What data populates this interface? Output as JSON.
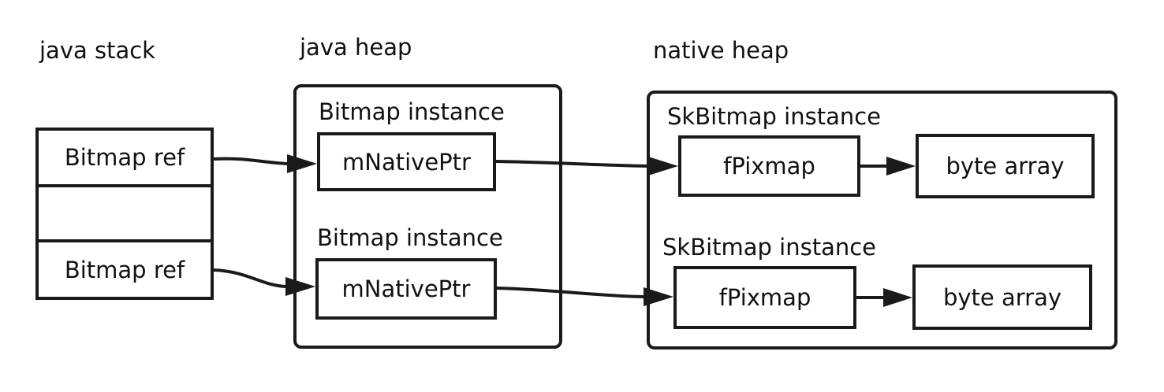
{
  "sections": {
    "java_stack": "java stack",
    "java_heap": "java heap",
    "native_heap": "native heap"
  },
  "java_stack": {
    "slots": [
      "Bitmap ref",
      "",
      "Bitmap ref"
    ]
  },
  "java_heap": {
    "instances": [
      {
        "title": "Bitmap instance",
        "field": "mNativePtr"
      },
      {
        "title": "Bitmap instance",
        "field": "mNativePtr"
      }
    ]
  },
  "native_heap": {
    "instances": [
      {
        "title": "SkBitmap instance",
        "field": "fPixmap",
        "data": "byte array"
      },
      {
        "title": "SkBitmap instance",
        "field": "fPixmap",
        "data": "byte array"
      }
    ]
  },
  "colors": {
    "stroke": "#1a1a1a",
    "text": "#111111",
    "background": "#ffffff"
  }
}
